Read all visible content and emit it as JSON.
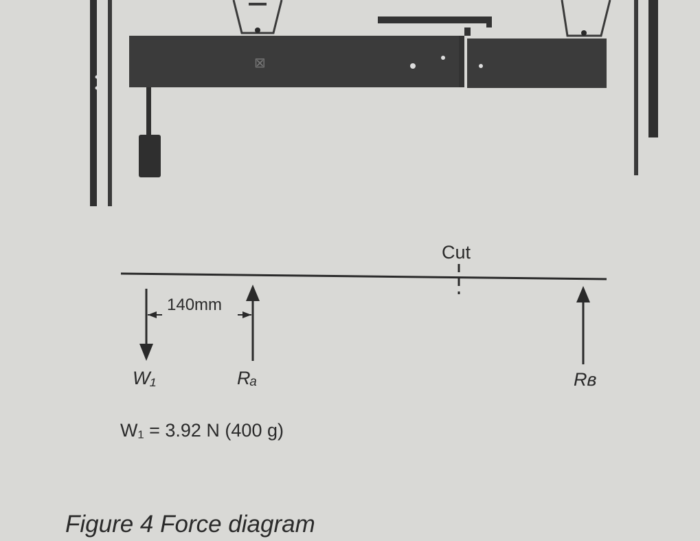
{
  "diagram": {
    "cut_label": "Cut",
    "dimension_label": "140mm",
    "w1_label": "W₁",
    "ra_label": "Rₐ",
    "rb_label": "Rʙ",
    "weight_equation": "W₁ = 3.92 N  (400 g)",
    "caption": "Figure 4  Force diagram"
  },
  "colors": {
    "paper": "#d9d9d6",
    "ink": "#2a2a2a",
    "beam_dark": "#3b3b3b"
  }
}
